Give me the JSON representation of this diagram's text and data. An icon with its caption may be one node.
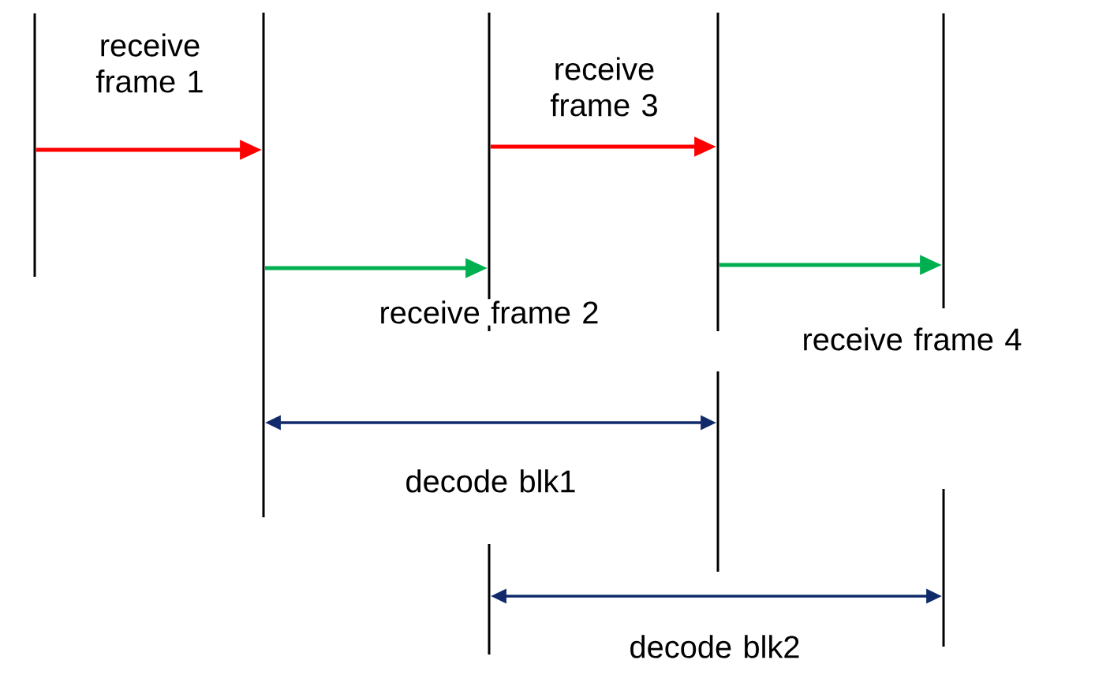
{
  "diagram": {
    "nodes": [
      {
        "text": [],
        "shape": "bar"
      },
      {
        "text": [],
        "shape": "bar"
      },
      {
        "text": [],
        "shape": "bar"
      },
      {
        "text": [],
        "shape": "bar"
      },
      {
        "text": [],
        "shape": "bar"
      },
      {
        "text": [],
        "shape": "bar"
      },
      {
        "text": [],
        "shape": "bar"
      },
      {
        "text": [],
        "shape": "bar"
      }
    ],
    "edges": [
      {
        "from": 0,
        "to": 1,
        "arrow": "to",
        "label": "receive frame 1",
        "color": "#ff0000"
      },
      {
        "from": 1,
        "to": 2,
        "arrow": "to",
        "label": "receive frame 2",
        "color": "#00b050"
      },
      {
        "from": 2,
        "to": 4,
        "arrow": "to",
        "label": "receive frame 3",
        "color": "#ff0000"
      },
      {
        "from": 4,
        "to": 6,
        "arrow": "to",
        "label": "receive frame 4",
        "color": "#00b050"
      },
      {
        "from": 1,
        "to": 5,
        "arrow": "both",
        "label": "decode blk1",
        "color": "#102a6b"
      },
      {
        "from": 3,
        "to": 7,
        "arrow": "both",
        "label": "decode blk2",
        "color": "#102a6b"
      }
    ]
  }
}
